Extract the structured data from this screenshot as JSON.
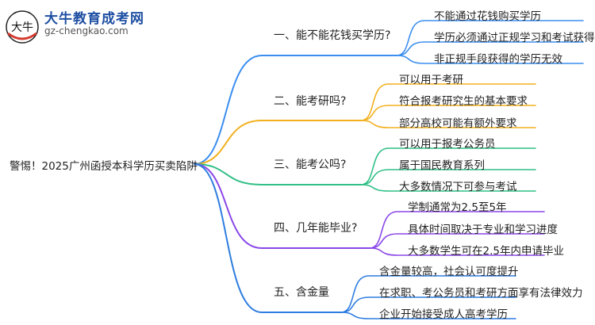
{
  "logo": {
    "badge_text": "大牛",
    "title": "大牛教育成考网",
    "url": "gz-chengkao.com"
  },
  "root": {
    "label": "警惕！2025广州函授本科学历买卖陷阱"
  },
  "branches": [
    {
      "label": "一、能不能花钱买学历?",
      "color": "#3b8ef0",
      "leaves": [
        "不能通过花钱购买学历",
        "学历必须通过正规学习和考试获得",
        "非正规手段获得的学历无效"
      ]
    },
    {
      "label": "二、能考研吗?",
      "color": "#f2b01e",
      "leaves": [
        "可以用于考研",
        "符合报考研究生的基本要求",
        "部分高校可能有额外要求"
      ]
    },
    {
      "label": "三、能考公吗?",
      "color": "#2fbf86",
      "leaves": [
        "可以用于报考公务员",
        "属于国民教育系列",
        "大多数情况下可参与考试"
      ]
    },
    {
      "label": "四、几年能毕业?",
      "color": "#8a47e8",
      "leaves": [
        "学制通常为2.5至5年",
        "具体时间取决于专业和学习进度",
        "大多数学生可在2.5年内申请毕业"
      ]
    },
    {
      "label": "五、含金量",
      "color": "#2e7de0",
      "leaves": [
        "含金量较高，社会认可度提升",
        "在求职、考公务员和考研方面享有法律效力",
        "企业开始接受成人高考学历"
      ]
    }
  ]
}
